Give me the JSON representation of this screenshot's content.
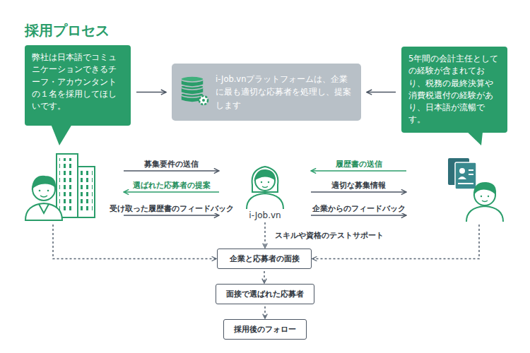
{
  "diagram": {
    "title": "採用プロセス",
    "nodes": [
      {
        "text": [
          "弊社は日本語でコミュニケーションできるチーフ・アカウンタントの１名を採用してほしいです。"
        ]
      },
      {
        "text": [
          "i-Job.vnプラットフォームは、企業に最も適切な応募者を処理し、提案します"
        ]
      },
      {
        "text": [
          "5年間の会計主任としての経験が含まれており、税務の最終決算や消費税還付の経験があり、日本語が流暢です。"
        ]
      },
      {
        "text": []
      },
      {
        "text": [
          "i-Job.vn"
        ]
      },
      {
        "text": []
      },
      {
        "text": [
          "企業と応募者の面接"
        ]
      },
      {
        "text": [
          "面接で選ばれた応募者"
        ]
      },
      {
        "text": [
          "採用後のフォロー"
        ]
      }
    ],
    "edges": [
      {
        "from": 0,
        "to": 1,
        "arrow": "to"
      },
      {
        "from": 2,
        "to": 1,
        "arrow": "to"
      },
      {
        "from": 3,
        "to": 4,
        "label": "募集要件の送信",
        "arrow": "to"
      },
      {
        "from": 4,
        "to": 3,
        "label": "選ばれた応募者の提案",
        "arrow": "to"
      },
      {
        "from": 3,
        "to": 4,
        "label": "受け取った履歴書のフィードバック",
        "arrow": "to"
      },
      {
        "from": 5,
        "to": 4,
        "label": "履歴書の送信",
        "arrow": "to"
      },
      {
        "from": 4,
        "to": 5,
        "label": "適切な募集情報",
        "arrow": "to"
      },
      {
        "from": 4,
        "to": 5,
        "label": "企業からのフィードバック",
        "arrow": "to"
      },
      {
        "from": 4,
        "to": 6,
        "label": "スキルや資格のテストサポート",
        "arrow": "to"
      },
      {
        "from": 3,
        "to": 6,
        "arrow": "to"
      },
      {
        "from": 5,
        "to": 6,
        "arrow": "to"
      },
      {
        "from": 6,
        "to": 7,
        "arrow": "to"
      },
      {
        "from": 7,
        "to": 8,
        "arrow": "to"
      }
    ]
  }
}
